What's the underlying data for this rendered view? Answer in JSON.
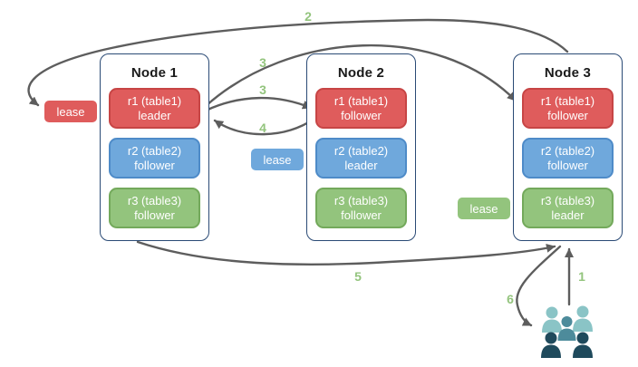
{
  "colors": {
    "red_fill": "#df5c5c",
    "red_border": "#c74545",
    "blue_fill": "#6fa8dc",
    "blue_border": "#4e8bc8",
    "green_fill": "#93c47d",
    "green_border": "#73a95b",
    "node_border": "#2a4a75",
    "arrow": "#5d5d5d",
    "step_label": "#93c47d",
    "title_text": "#1a1a1a",
    "users_light": "#8ac4c6",
    "users_mid": "#4d8b9b",
    "users_dark": "#1f4a5c"
  },
  "nodes": [
    {
      "title": "Node 1",
      "ranges": [
        {
          "label": "r1 (table1)",
          "role": "leader"
        },
        {
          "label": "r2 (table2)",
          "role": "follower"
        },
        {
          "label": "r3 (table3)",
          "role": "follower"
        }
      ]
    },
    {
      "title": "Node 2",
      "ranges": [
        {
          "label": "r1 (table1)",
          "role": "follower"
        },
        {
          "label": "r2 (table2)",
          "role": "leader"
        },
        {
          "label": "r3 (table3)",
          "role": "follower"
        }
      ]
    },
    {
      "title": "Node 3",
      "ranges": [
        {
          "label": "r1 (table1)",
          "role": "follower"
        },
        {
          "label": "r2 (table2)",
          "role": "follower"
        },
        {
          "label": "r3 (table3)",
          "role": "leader"
        }
      ]
    }
  ],
  "leases": {
    "r1": "lease",
    "r2": "lease",
    "r3": "lease"
  },
  "steps": {
    "s1": "1",
    "s2": "2",
    "s3a": "3",
    "s3b": "3",
    "s4": "4",
    "s5": "5",
    "s6": "6"
  }
}
